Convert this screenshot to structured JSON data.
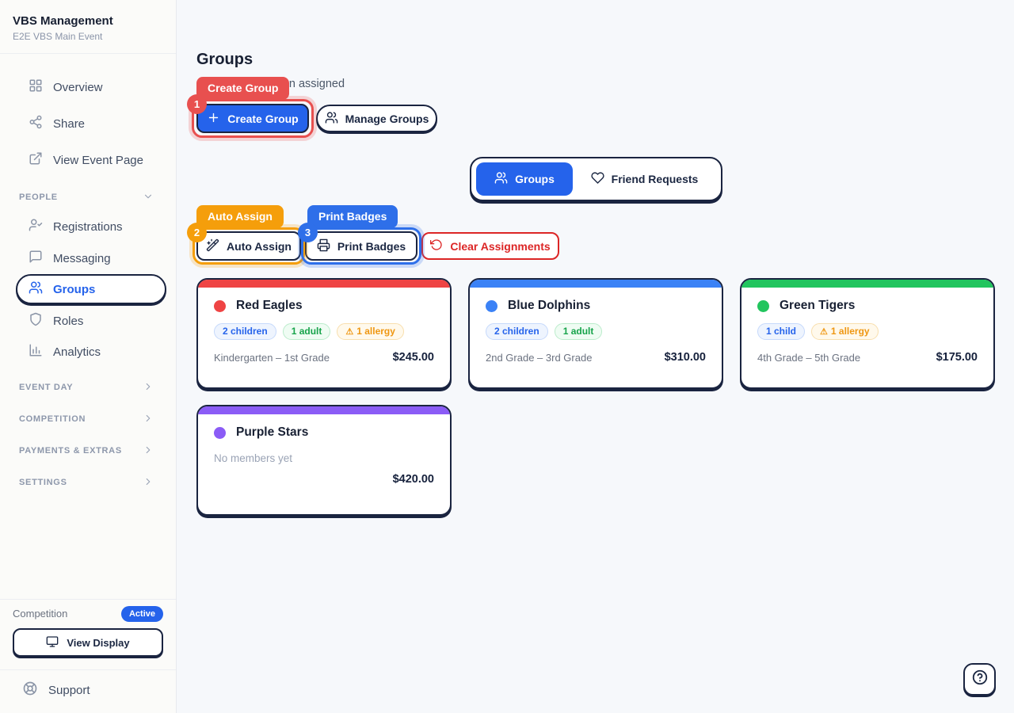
{
  "sidebar": {
    "title": "VBS Management",
    "subtitle": "E2E VBS Main Event",
    "nav_top": [
      {
        "label": "Overview",
        "icon": "dashboard-grid-icon"
      },
      {
        "label": "Share",
        "icon": "share-icon"
      },
      {
        "label": "View Event Page",
        "icon": "external-link-icon"
      }
    ],
    "people": {
      "label": "PEOPLE",
      "items": [
        {
          "label": "Registrations",
          "icon": "user-check-icon",
          "active": false
        },
        {
          "label": "Messaging",
          "icon": "message-square-icon",
          "active": false
        },
        {
          "label": "Groups",
          "icon": "users-icon",
          "active": true
        },
        {
          "label": "Roles",
          "icon": "shield-icon",
          "active": false
        },
        {
          "label": "Analytics",
          "icon": "bar-chart-icon",
          "active": false
        }
      ]
    },
    "sections": [
      {
        "label": "EVENT DAY"
      },
      {
        "label": "COMPETITION"
      },
      {
        "label": "PAYMENTS & EXTRAS"
      },
      {
        "label": "SETTINGS"
      }
    ],
    "footer": {
      "competition_label": "Competition",
      "active_badge": "Active",
      "view_display": "View Display",
      "support": "Support"
    }
  },
  "header": {
    "title": "Groups",
    "subtitle_visible": "ren assigned",
    "create_group": "Create Group",
    "manage_groups": "Manage Groups"
  },
  "annotations": [
    {
      "number": "1",
      "label": "Create Group",
      "color": "#e8504f"
    },
    {
      "number": "2",
      "label": "Auto Assign",
      "color": "#f59e0b"
    },
    {
      "number": "3",
      "label": "Print Badges",
      "color": "#2e6fe9"
    }
  ],
  "toggle": {
    "groups": "Groups",
    "friend_requests": "Friend Requests"
  },
  "actions": {
    "auto_assign": "Auto Assign",
    "print_badges": "Print Badges",
    "clear_assignments": "Clear Assignments"
  },
  "groups": [
    {
      "name": "Red Eagles",
      "color": "#ef4444",
      "badge_children": "2 children",
      "badge_adult": "1 adult",
      "badge_allergy": "1 allergy",
      "grade": "Kindergarten – 1st Grade",
      "price": "$245.00"
    },
    {
      "name": "Blue Dolphins",
      "color": "#3b82f6",
      "badge_children": "2 children",
      "badge_adult": "1 adult",
      "grade": "2nd Grade – 3rd Grade",
      "price": "$310.00"
    },
    {
      "name": "Green Tigers",
      "color": "#22c55e",
      "badge_children": "1 child",
      "badge_allergy": "1 allergy",
      "grade": "4th Grade – 5th Grade",
      "price": "$175.00"
    },
    {
      "name": "Purple Stars",
      "color": "#8b5cf6",
      "empty_text": "No members yet",
      "price": "$420.00"
    }
  ],
  "misc": {
    "warn_glyph": "⚠",
    "primary_blue": "#2563eb",
    "navy_border": "#1a2440",
    "help_icon": "help-circle-icon"
  }
}
